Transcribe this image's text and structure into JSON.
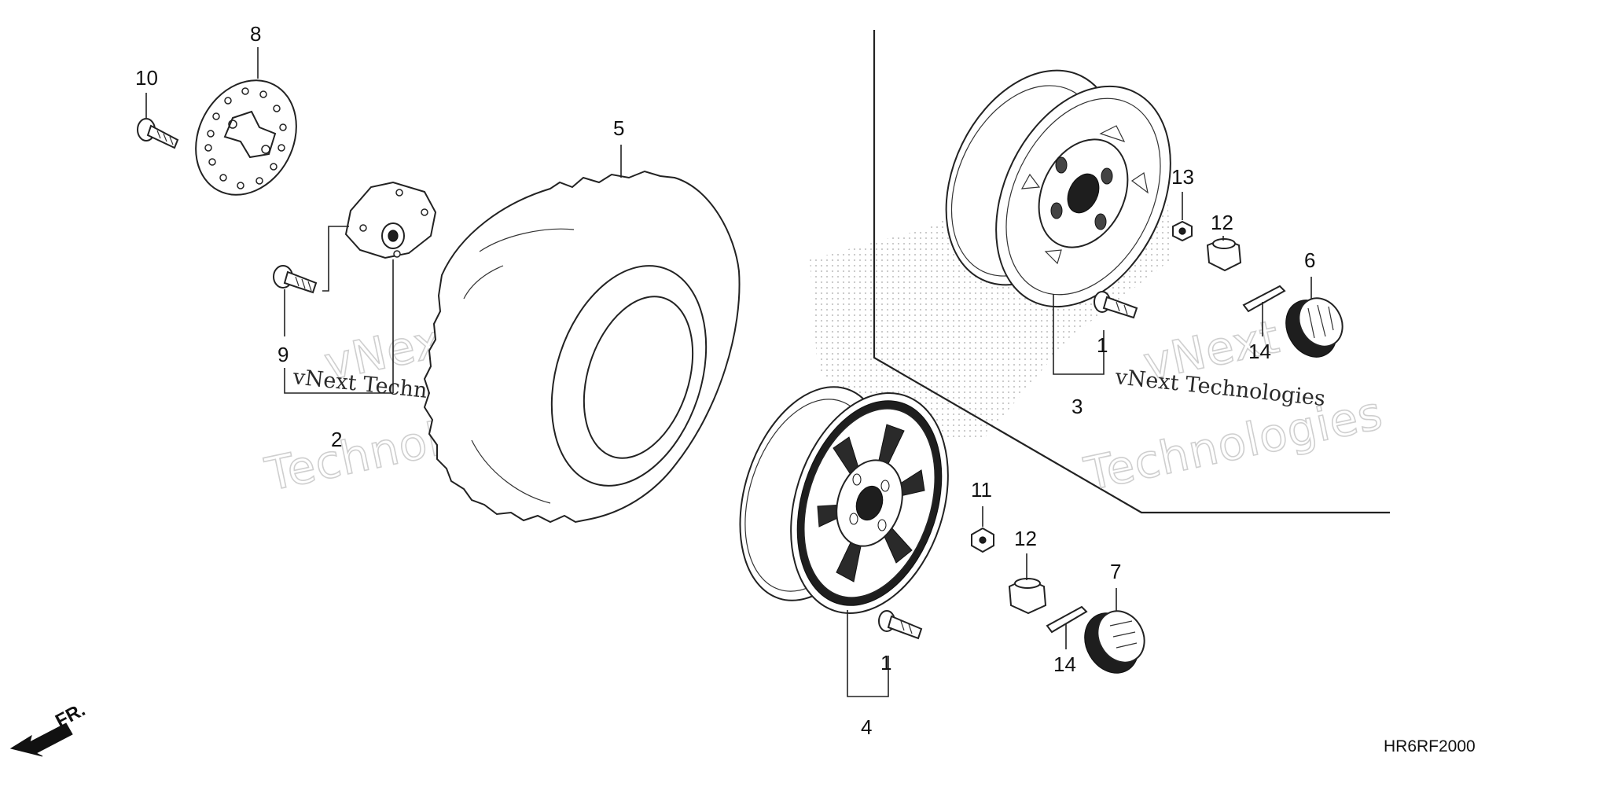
{
  "callouts": {
    "c1a": "1",
    "c1b": "1",
    "c2": "2",
    "c3": "3",
    "c4": "4",
    "c5": "5",
    "c6": "6",
    "c7": "7",
    "c8": "8",
    "c9": "9",
    "c10": "10",
    "c11": "11",
    "c12a": "12",
    "c12b": "12",
    "c13": "13",
    "c14a": "14",
    "c14b": "14"
  },
  "diagram_code": "HR6RF2000",
  "front_indicator": "FR.",
  "watermark": {
    "brand_top": "vNext",
    "brand_bottom": "Technologies",
    "brand_full": "vNext Technologies"
  },
  "icons": {
    "front_arrow": "front-direction-arrow-icon"
  }
}
